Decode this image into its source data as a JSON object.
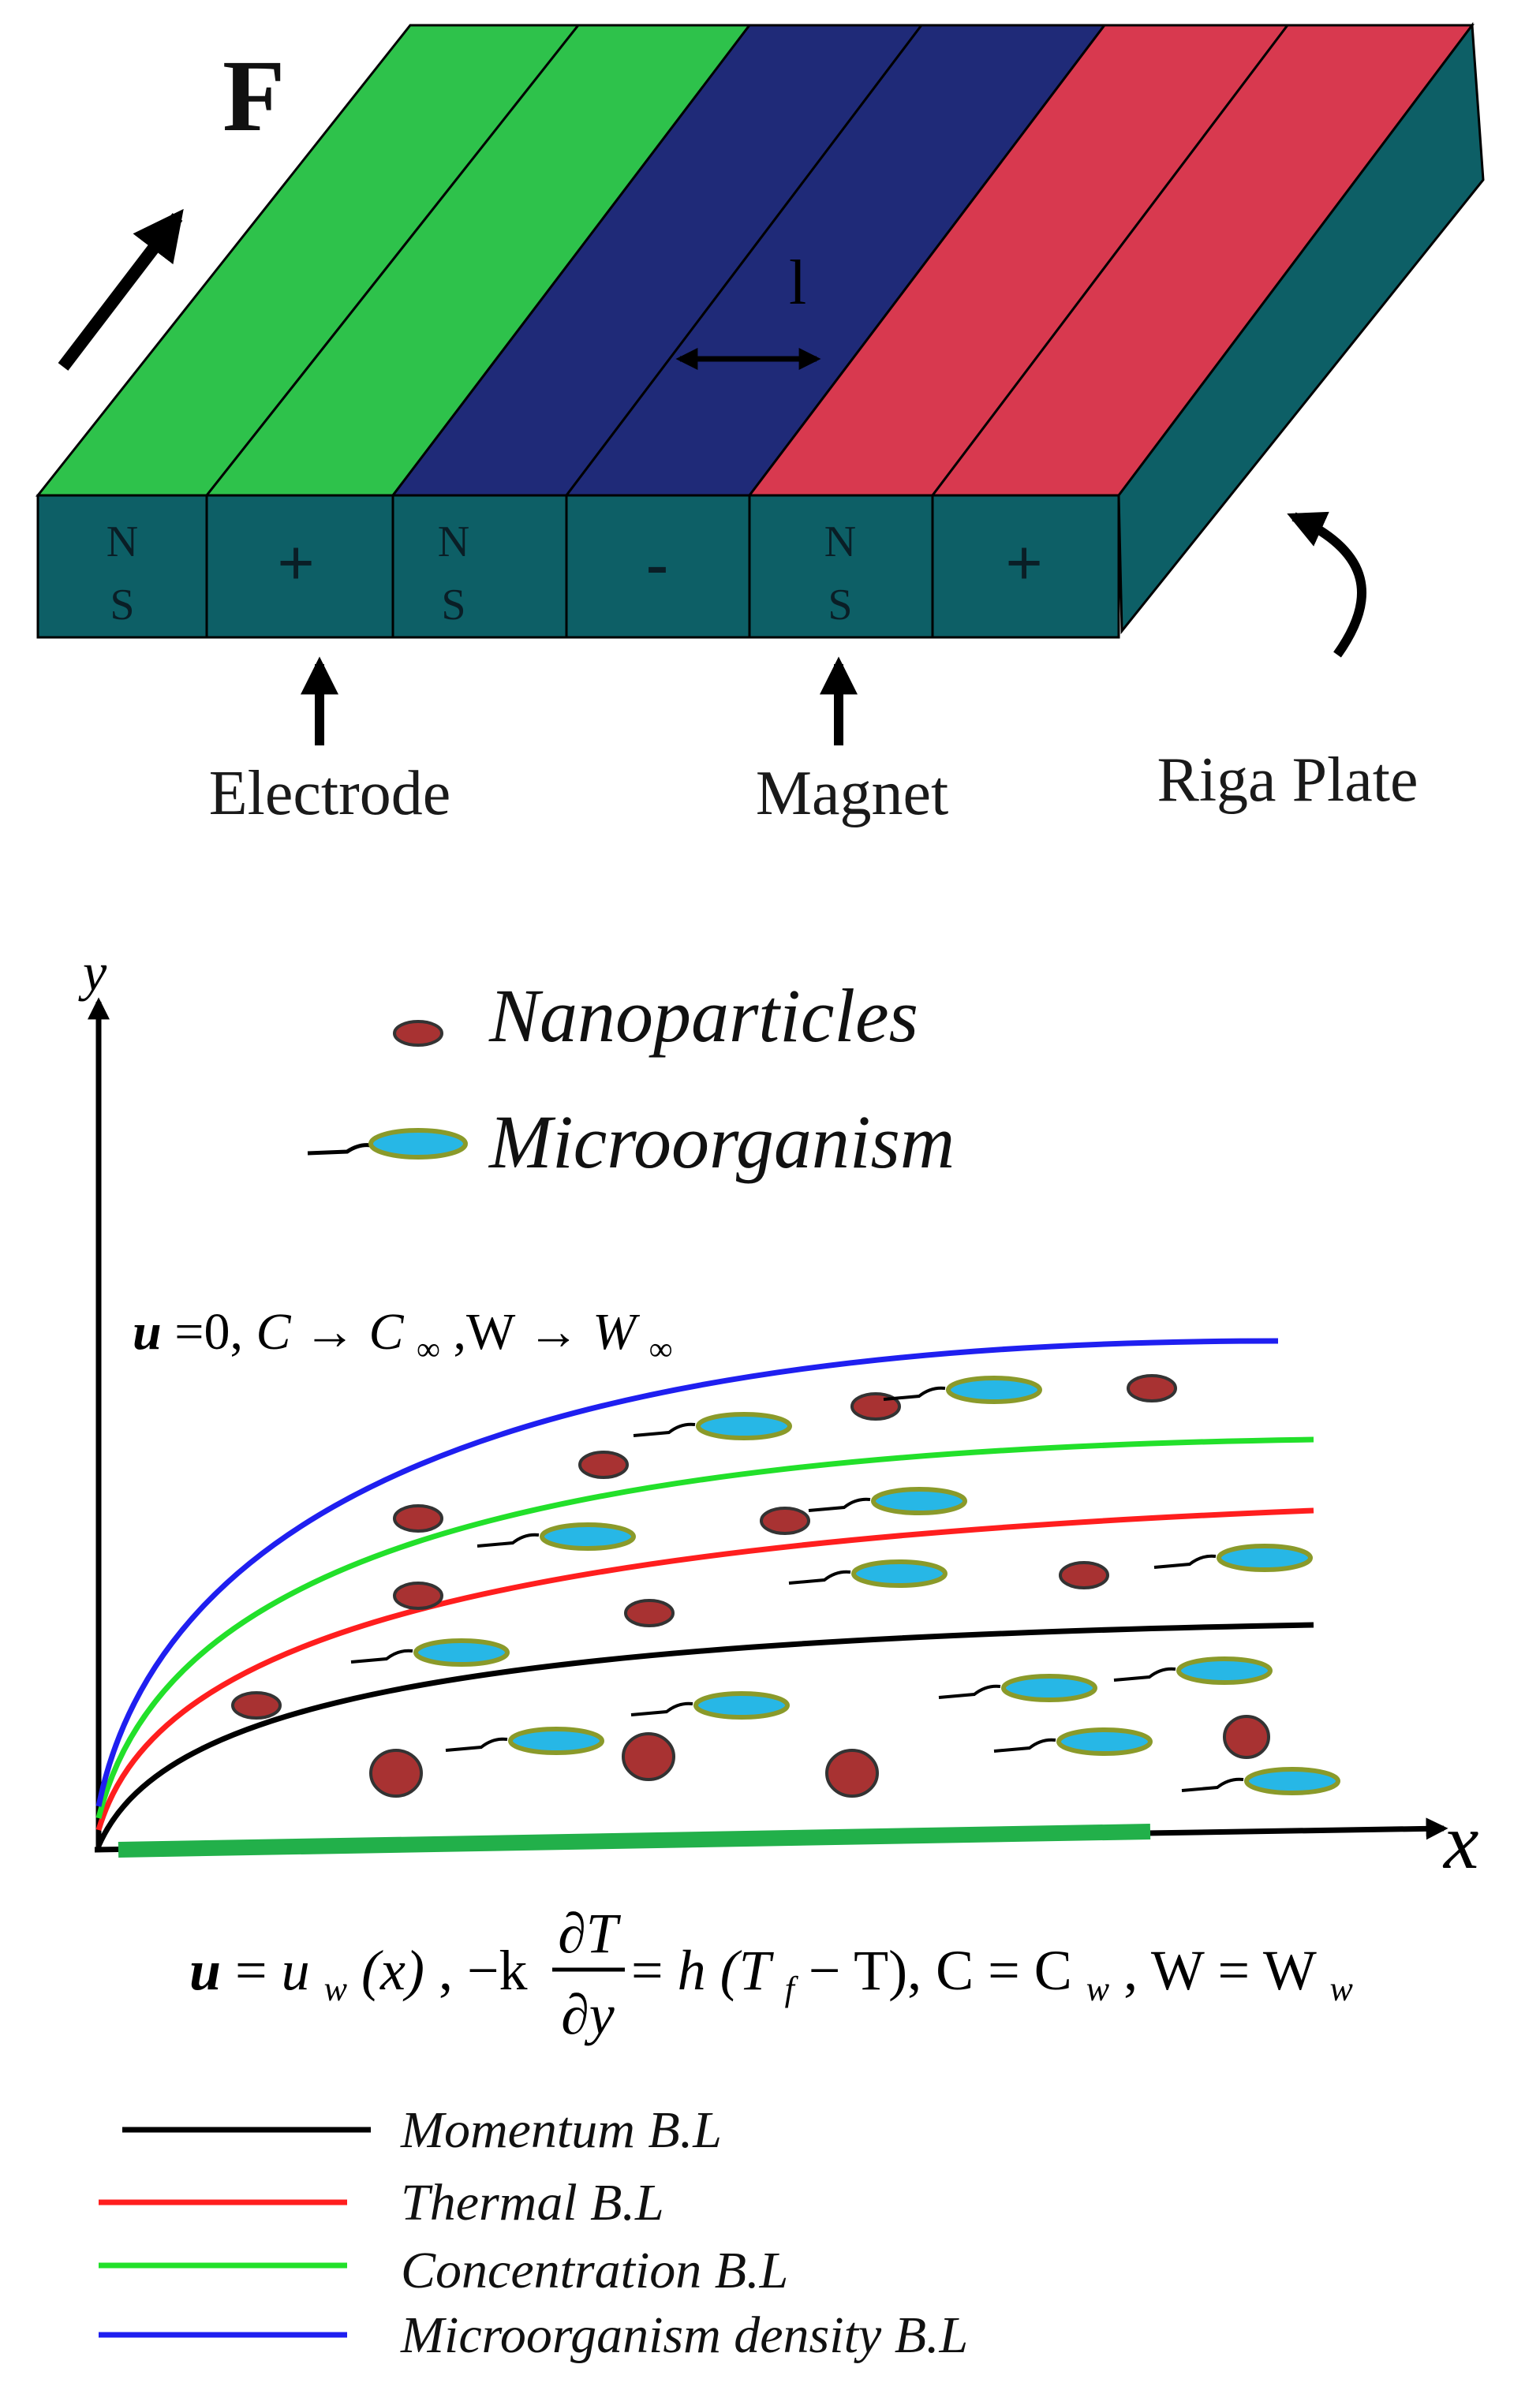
{
  "colors": {
    "green": "#2ec24b",
    "blue": "#1f2a78",
    "red": "#d8394f",
    "teal": "#0d5f66",
    "momentum": "#000000",
    "thermal": "#ff1e1e",
    "concentration": "#22e02a",
    "microorganism_density": "#1f1ff0",
    "nanoparticle": "#a83232",
    "microorganism_fill": "#27b7e6",
    "microorganism_rim": "#8a9a2a",
    "wall": "#22b04a"
  },
  "riga": {
    "force_label": "F",
    "spacing_label": "l",
    "cells": [
      "N",
      "S",
      "+",
      "N",
      "S",
      "-",
      "N",
      "S",
      "+"
    ],
    "labels": {
      "electrode": "Electrode",
      "magnet": "Magnet",
      "riga_plate": "Riga Plate"
    }
  },
  "flow": {
    "y_axis": "y",
    "x_axis": "x",
    "legend_top": {
      "nanoparticles": "Nanoparticles",
      "microorganism": "Microorganism"
    },
    "bc_top": {
      "u": "u",
      "eq1": "=0,",
      "C": "C",
      "arrow1": "→",
      "Cinf": "C",
      "sub_inf1": "∞",
      "comma": ",W",
      "arrow2": "→",
      "Winf": "W",
      "sub_inf2": "∞"
    },
    "bc_bottom": {
      "u": "u",
      "eq": " = ",
      "uw": "u",
      "w_sub": "w",
      "x_arg": "(x)",
      "minus_k": ", −k",
      "dT": "∂T",
      "dy": "∂y",
      "eq2": " = ",
      "h": "h",
      "Tf": "(T",
      "f_sub": "f",
      "minusT": " − T), C = C",
      "cw_sub": "w",
      "W_part": ", W = W",
      "ww_sub": "w"
    },
    "legend": [
      {
        "label": "Momentum B.L",
        "color": "#000000"
      },
      {
        "label": "Thermal B.L",
        "color": "#ff1e1e"
      },
      {
        "label": "Concentration B.L",
        "color": "#22e02a"
      },
      {
        "label": "Microorganism density B.L",
        "color": "#1f1ff0"
      }
    ]
  }
}
